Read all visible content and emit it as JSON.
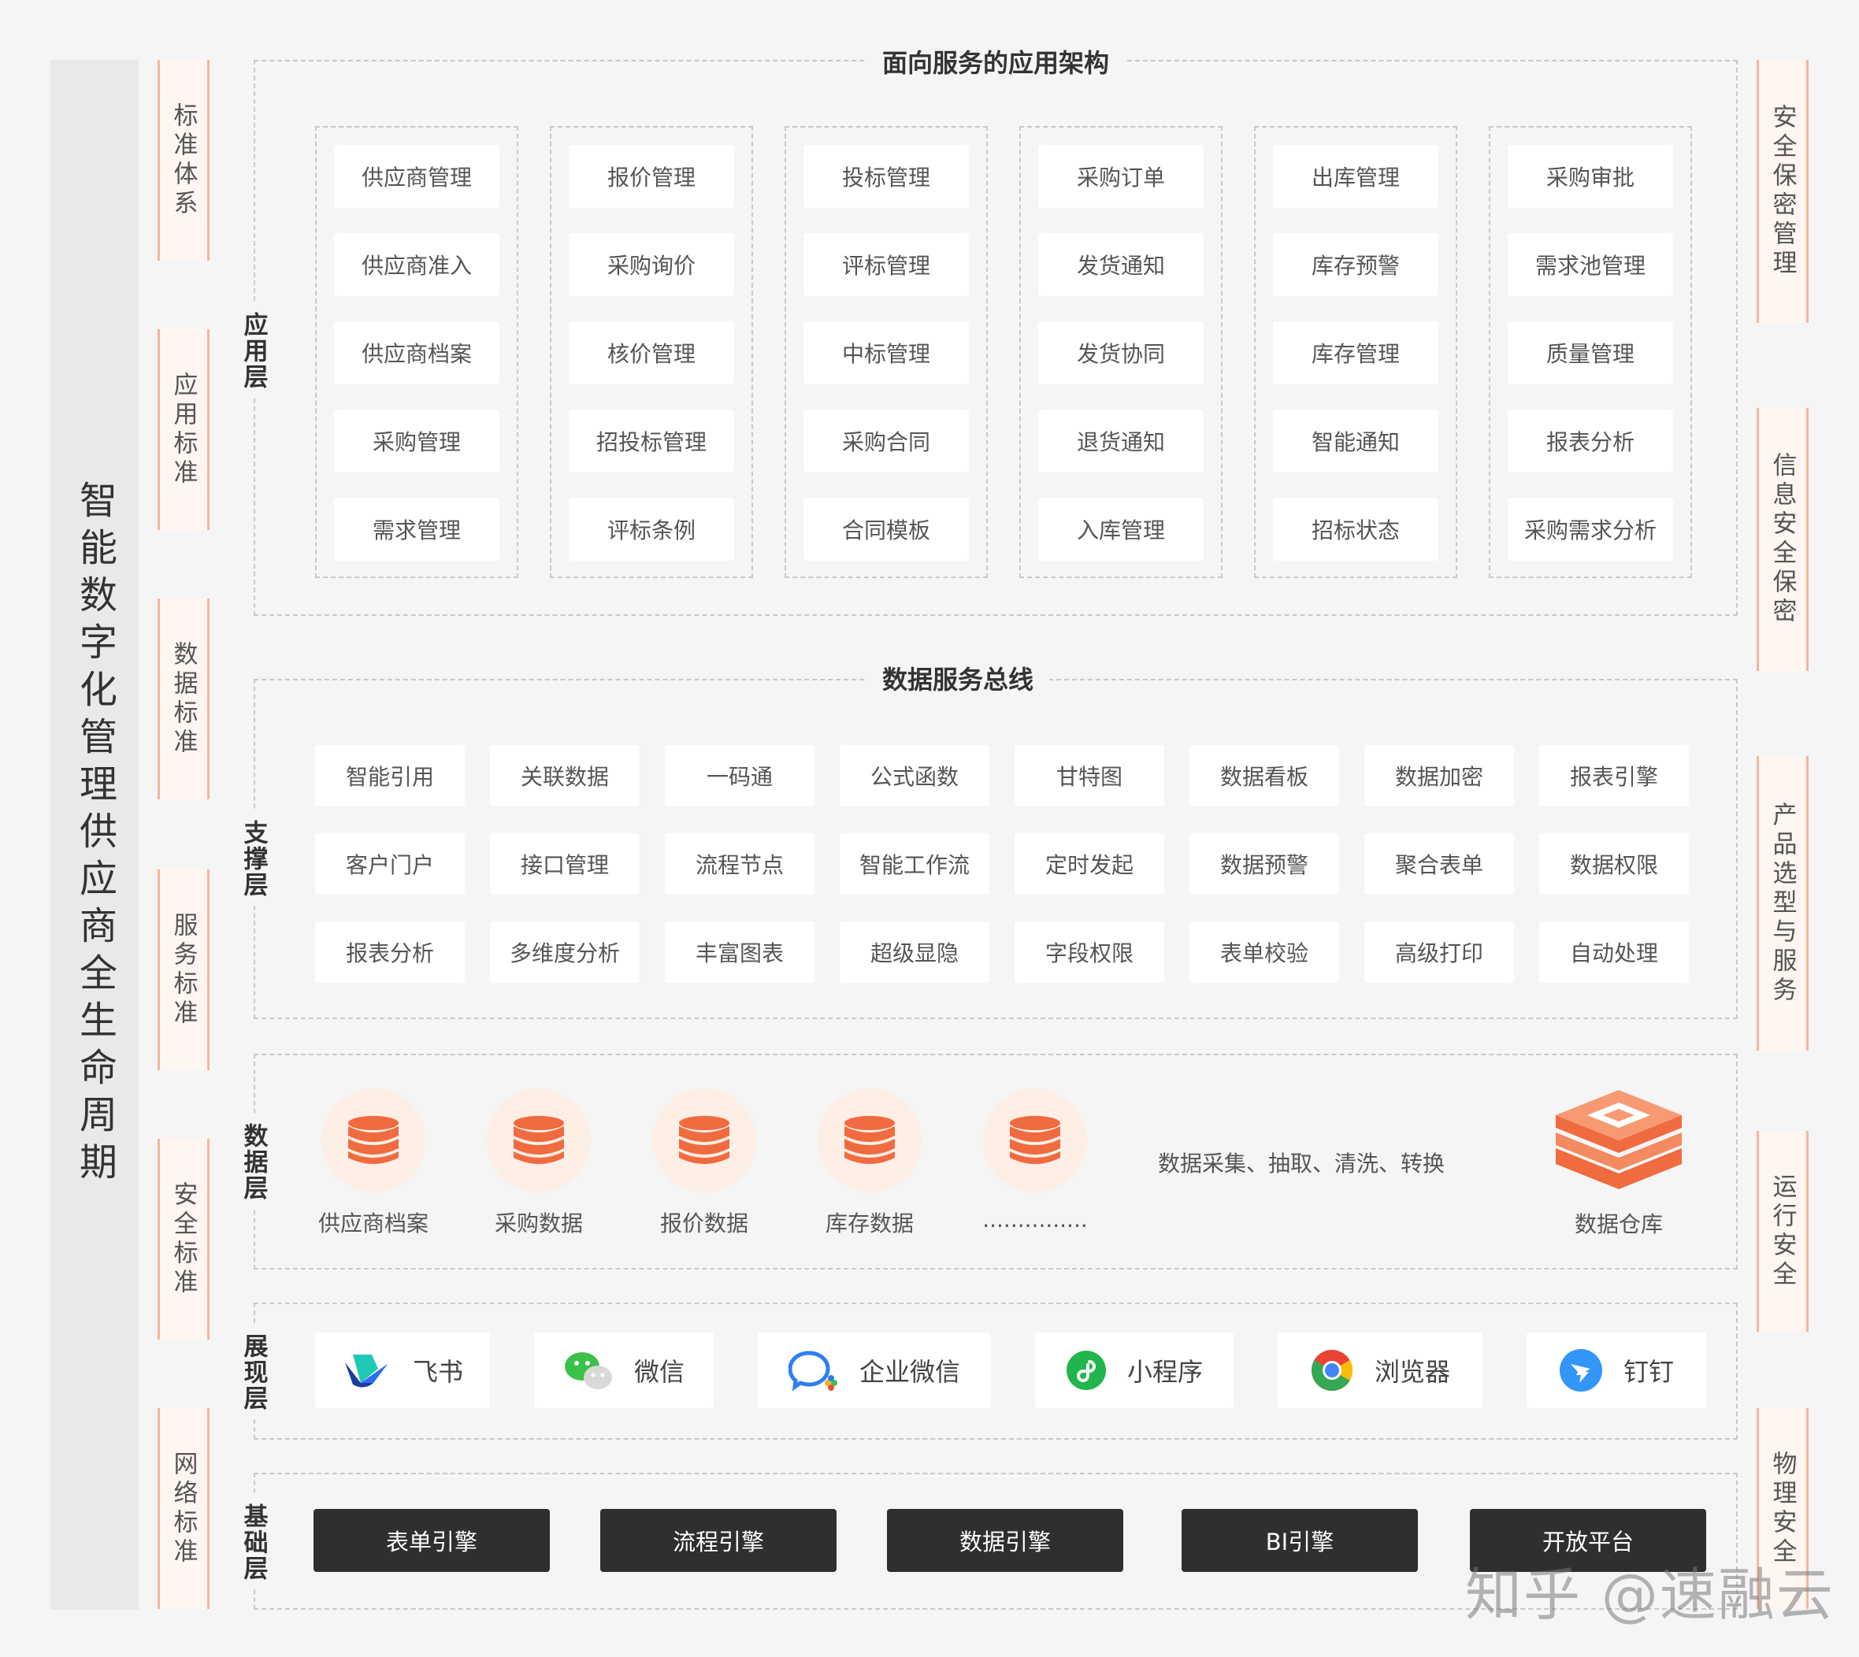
{
  "main_title": "智能数字化管理供应商全生命周期",
  "left_tabs": [
    "标准体系",
    "应用标准",
    "数据标准",
    "服务标准",
    "安全标准",
    "网络标准"
  ],
  "right_tabs": [
    "安全保密管理",
    "信息安全保密",
    "产品选型与服务",
    "运行安全",
    "物理安全"
  ],
  "application_layer": {
    "label": "应用层",
    "title": "面向服务的应用架构",
    "groups": [
      [
        "供应商管理",
        "供应商准入",
        "供应商档案",
        "采购管理",
        "需求管理"
      ],
      [
        "报价管理",
        "采购询价",
        "核价管理",
        "招投标管理",
        "评标条例"
      ],
      [
        "投标管理",
        "评标管理",
        "中标管理",
        "采购合同",
        "合同模板"
      ],
      [
        "采购订单",
        "发货通知",
        "发货协同",
        "退货通知",
        "入库管理"
      ],
      [
        "出库管理",
        "库存预警",
        "库存管理",
        "智能通知",
        "招标状态"
      ],
      [
        "采购审批",
        "需求池管理",
        "质量管理",
        "报表分析",
        "采购需求分析"
      ]
    ]
  },
  "support_layer": {
    "label": "支撑层",
    "title": "数据服务总线",
    "rows": [
      [
        "智能引用",
        "关联数据",
        "一码通",
        "公式函数",
        "甘特图",
        "数据看板",
        "数据加密",
        "报表引擎"
      ],
      [
        "客户门户",
        "接口管理",
        "流程节点",
        "智能工作流",
        "定时发起",
        "数据预警",
        "聚合表单",
        "数据权限"
      ],
      [
        "报表分析",
        "多维度分析",
        "丰富图表",
        "超级显隐",
        "字段权限",
        "表单校验",
        "高级打印",
        "自动处理"
      ]
    ]
  },
  "data_layer": {
    "label": "数据层",
    "sources": [
      "供应商档案",
      "采购数据",
      "报价数据",
      "库存数据",
      "..............."
    ],
    "process_text": "数据采集、抽取、清洗、转换",
    "warehouse_label": "数据仓库",
    "accent_color": "#f06b3f"
  },
  "display_layer": {
    "label": "展现层",
    "platforms": [
      {
        "name": "飞书",
        "icon": "feishu-icon"
      },
      {
        "name": "微信",
        "icon": "wechat-icon"
      },
      {
        "name": "企业微信",
        "icon": "wecom-icon"
      },
      {
        "name": "小程序",
        "icon": "miniprogram-icon"
      },
      {
        "name": "浏览器",
        "icon": "chrome-icon"
      },
      {
        "name": "钉钉",
        "icon": "dingtalk-icon"
      }
    ]
  },
  "base_layer": {
    "label": "基础层",
    "engines": [
      "表单引擎",
      "流程引擎",
      "数据引擎",
      "BI引擎",
      "开放平台"
    ]
  },
  "watermark": "知乎 @速融云"
}
